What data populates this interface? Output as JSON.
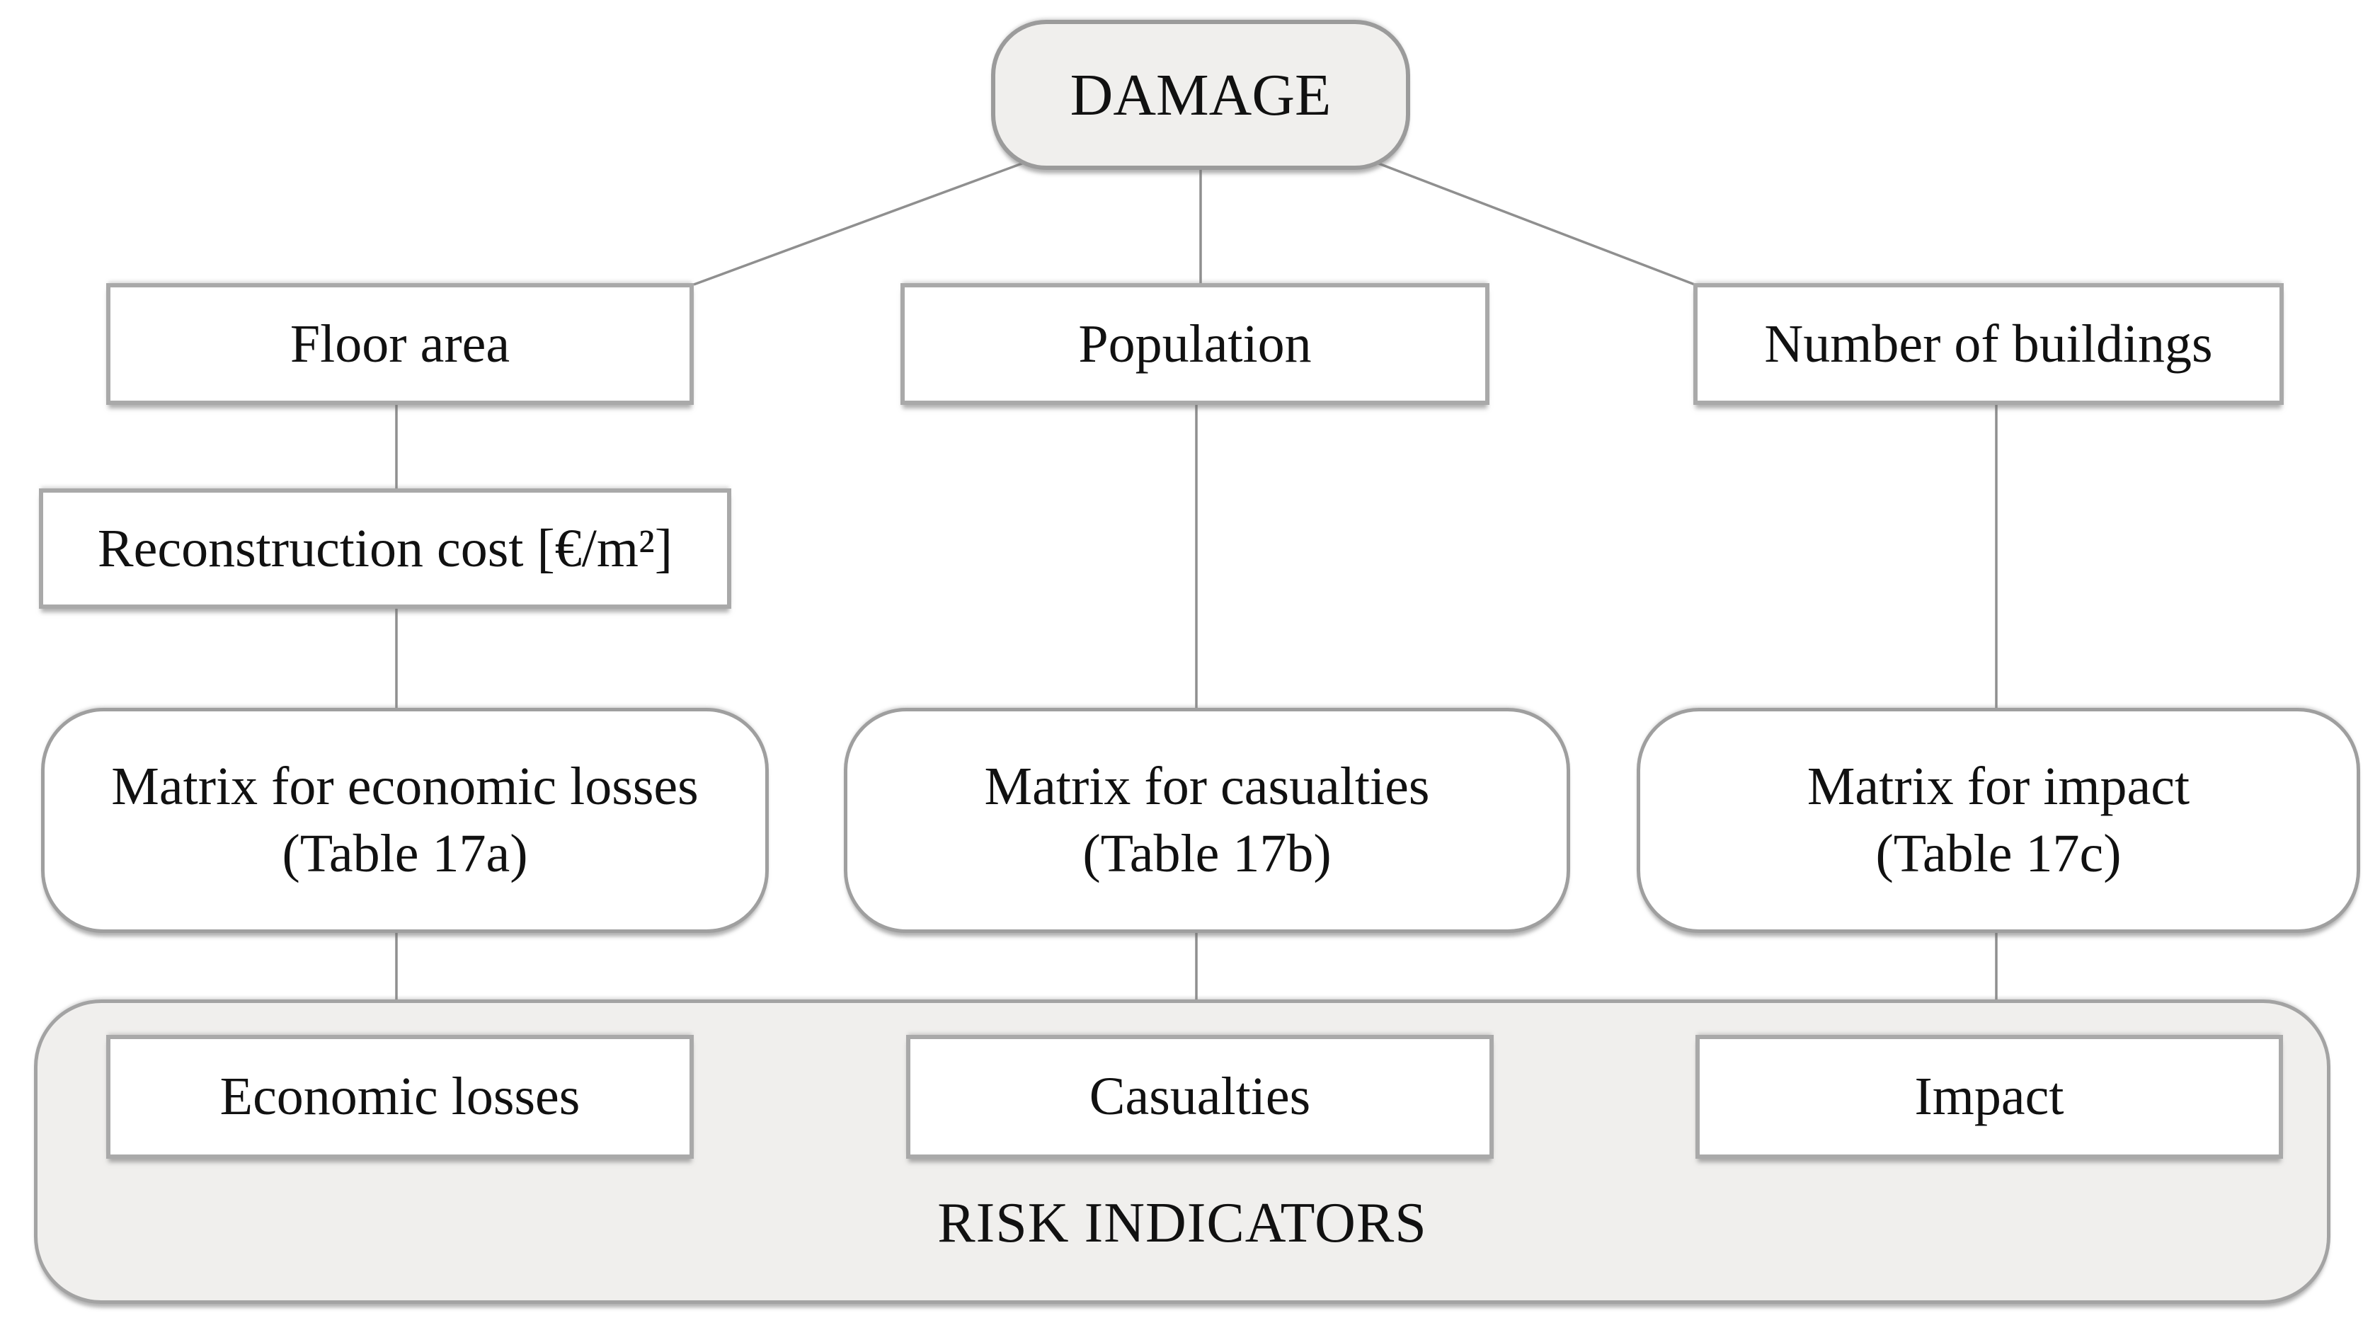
{
  "diagram": {
    "root": {
      "label": "DAMAGE"
    },
    "level1": [
      {
        "label": "Floor area"
      },
      {
        "label": "Population"
      },
      {
        "label": "Number of buildings"
      }
    ],
    "level2": [
      {
        "label": "Reconstruction cost [€/m²]"
      }
    ],
    "matrices": [
      {
        "line1": "Matrix for economic losses",
        "line2": "(Table 17a)"
      },
      {
        "line1": "Matrix for casualties",
        "line2": "(Table 17b)"
      },
      {
        "line1": "Matrix for impact",
        "line2": "(Table 17c)"
      }
    ],
    "risk_indicators": {
      "title": "RISK INDICATORS",
      "items": [
        {
          "label": "Economic losses"
        },
        {
          "label": "Casualties"
        },
        {
          "label": "Impact"
        }
      ]
    },
    "colors": {
      "shape_fill": "#f0efed",
      "box_fill": "#ffffff",
      "border_gray": "#a9a9a9",
      "connector_gray": "#8f8f8f",
      "text": "#111111"
    }
  }
}
